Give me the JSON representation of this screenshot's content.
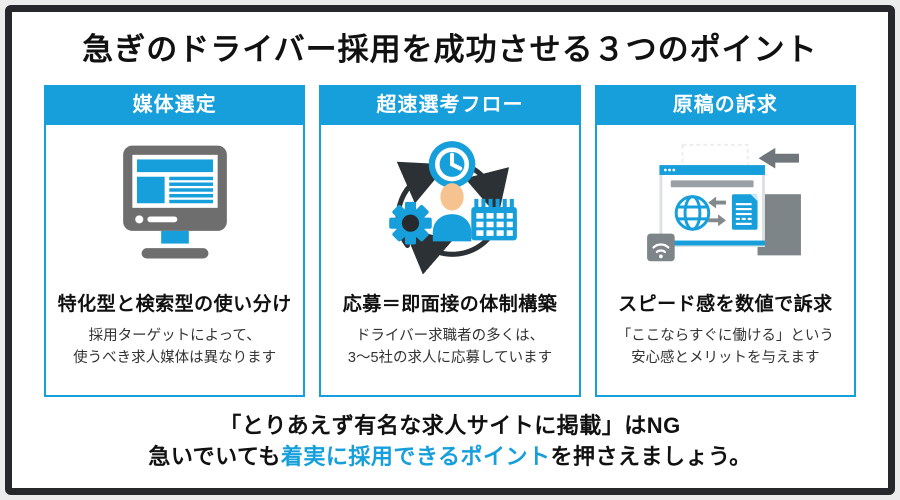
{
  "title": "急ぎのドライバー採用を成功させる３つのポイント",
  "columns": [
    {
      "header": "媒体選定",
      "icon": "monitor-job-site-icon",
      "subtitle": "特化型と検索型の使い分け",
      "description_line1": "採用ターゲットによって、",
      "description_line2": "使うべき求人媒体は異なります"
    },
    {
      "header": "超速選考フロー",
      "icon": "recruitment-cycle-icon",
      "subtitle": "応募＝即面接の体制構築",
      "description_line1": "ドライバー求職者の多くは、",
      "description_line2": "3〜5社の求人に応募しています"
    },
    {
      "header": "原稿の訴求",
      "icon": "web-ad-appeal-icon",
      "subtitle": "スピード感を数値で訴求",
      "description_line1": "「ここならすぐに働ける」という",
      "description_line2": "安心感とメリットを与えます"
    }
  ],
  "footer": {
    "line1": "「とりあえず有名な求人サイトに掲載」はNG",
    "line2_prefix": "急いでいても",
    "line2_highlight": "着実に採用できるポイント",
    "line2_suffix": "を押さえましょう。"
  },
  "colors": {
    "accent_blue": "#169fdb",
    "frame_dark": "#26282c",
    "text_dark": "#111111",
    "icon_gray": "#6e6e6e",
    "icon_gray_light": "#7e8589",
    "skin_tone": "#f6c28f",
    "arrow_dark": "#2c3136"
  }
}
